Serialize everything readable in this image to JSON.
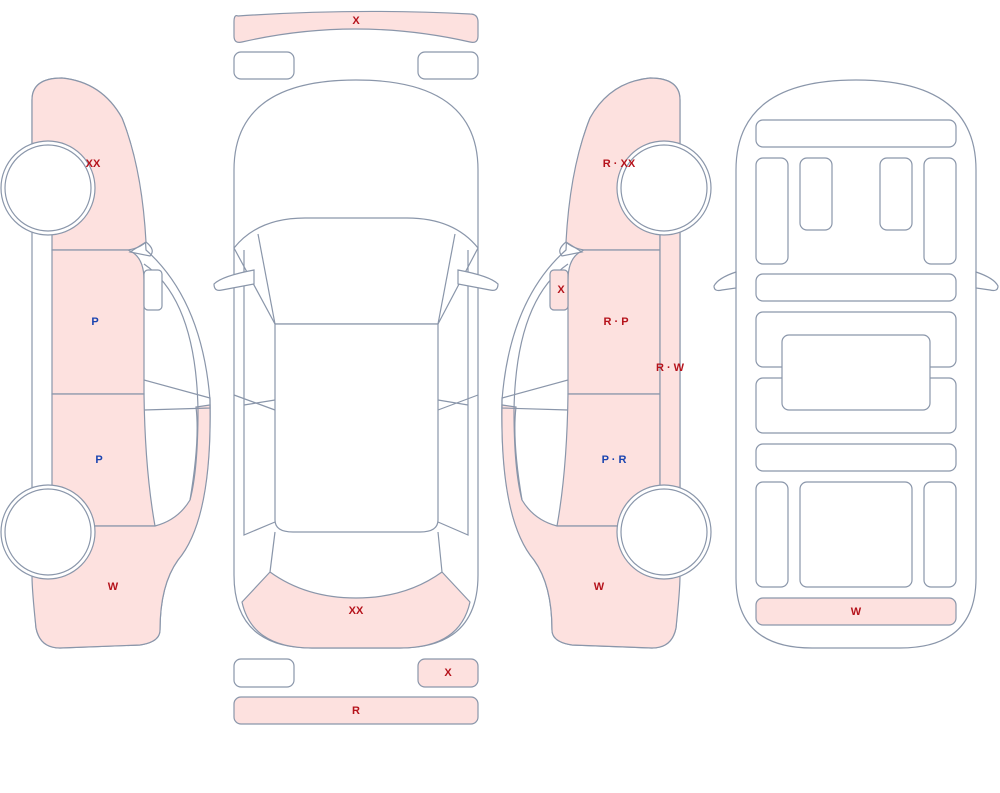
{
  "colors": {
    "outline": "#8a96aa",
    "damaged_fill": "#fde1df",
    "label_red": "#b5121b",
    "label_blue": "#1a44b0"
  },
  "labels": {
    "front_bumper": "X",
    "left_front_fender": "XX",
    "left_front_door": "P",
    "left_rear_door": "P",
    "left_rear_quarter": "W",
    "hood": "XX",
    "rear_right_corner": "X",
    "rear_bumper": "R",
    "right_front_fender": "R · XX",
    "right_mirror": "X",
    "right_front_door": "R · P",
    "right_rocker": "R · W",
    "right_rear_door": "P · R",
    "right_rear_quarter": "W",
    "trunk_panel": "W"
  }
}
